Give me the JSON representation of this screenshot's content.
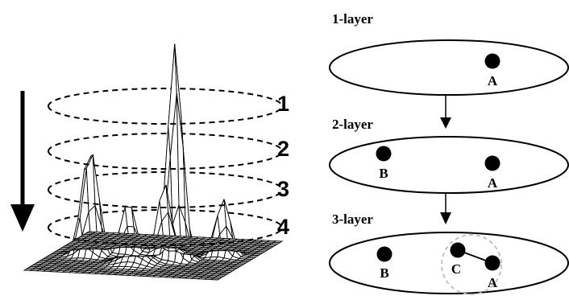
{
  "left_panel": {
    "slices": [
      "1",
      "2",
      "3",
      "4"
    ]
  },
  "right_panel": {
    "layers": [
      {
        "title": "1-layer",
        "nodes": [
          "A"
        ]
      },
      {
        "title": "2-layer",
        "nodes": [
          "B",
          "A"
        ]
      },
      {
        "title": "3-layer",
        "nodes": [
          "B",
          "C",
          "A"
        ]
      }
    ]
  },
  "colors": {
    "ink": "#000000",
    "cluster_outline": "#bbbbbb",
    "background": "#ffffff"
  }
}
